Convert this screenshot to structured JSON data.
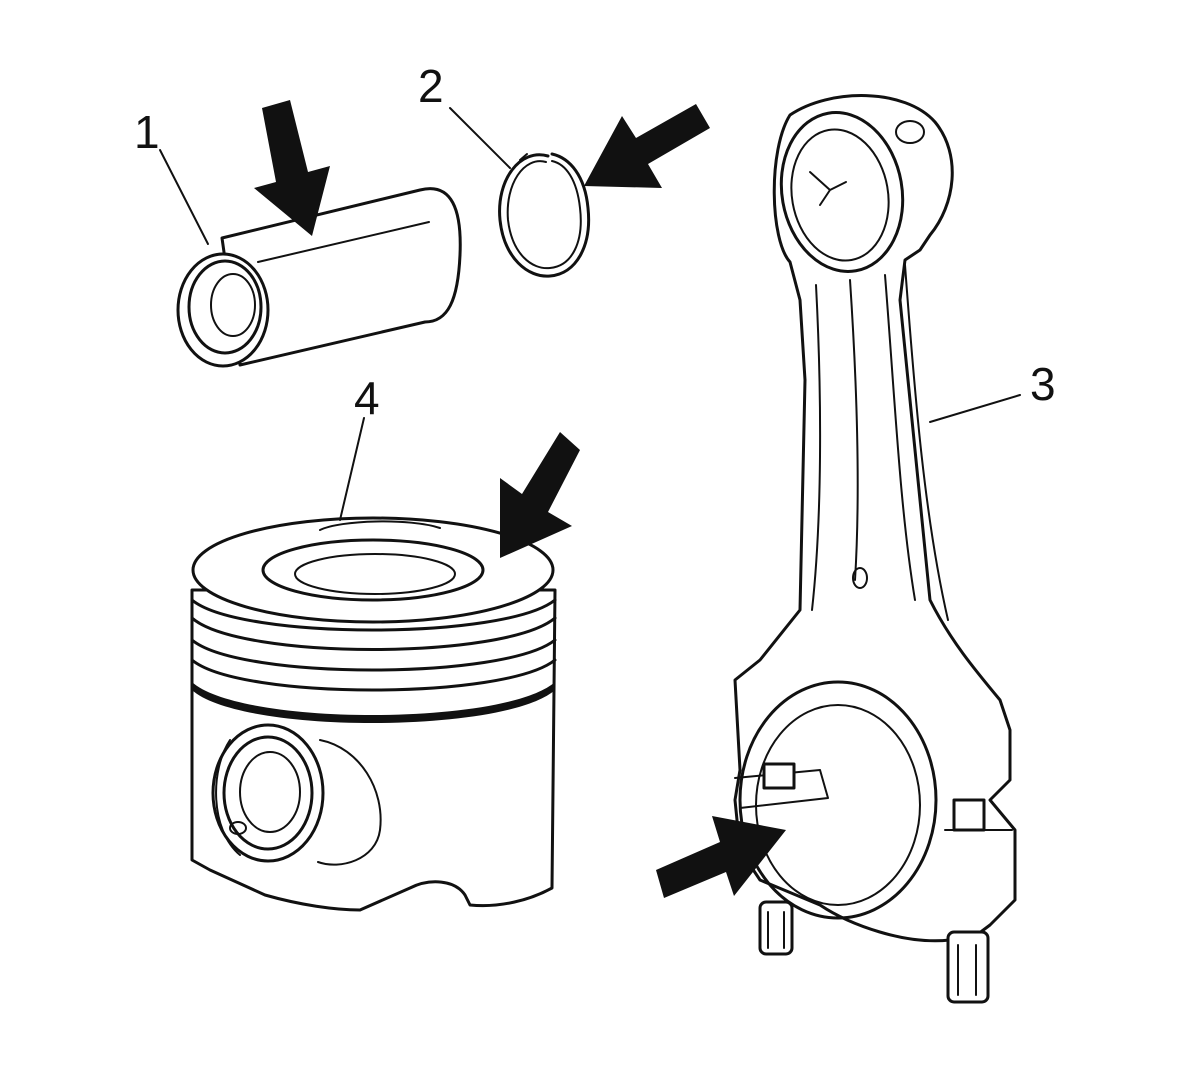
{
  "figure": {
    "background": "#ffffff",
    "line_color": "#111111",
    "callouts": [
      {
        "id": "1",
        "label": "1",
        "part": "piston-pin"
      },
      {
        "id": "2",
        "label": "2",
        "part": "retaining-ring"
      },
      {
        "id": "3",
        "label": "3",
        "part": "connecting-rod"
      },
      {
        "id": "4",
        "label": "4",
        "part": "piston"
      }
    ],
    "arrow_icons": [
      "arrow-down-icon",
      "arrow-down-left-icon",
      "arrow-down-left-icon",
      "arrow-up-right-icon"
    ]
  }
}
